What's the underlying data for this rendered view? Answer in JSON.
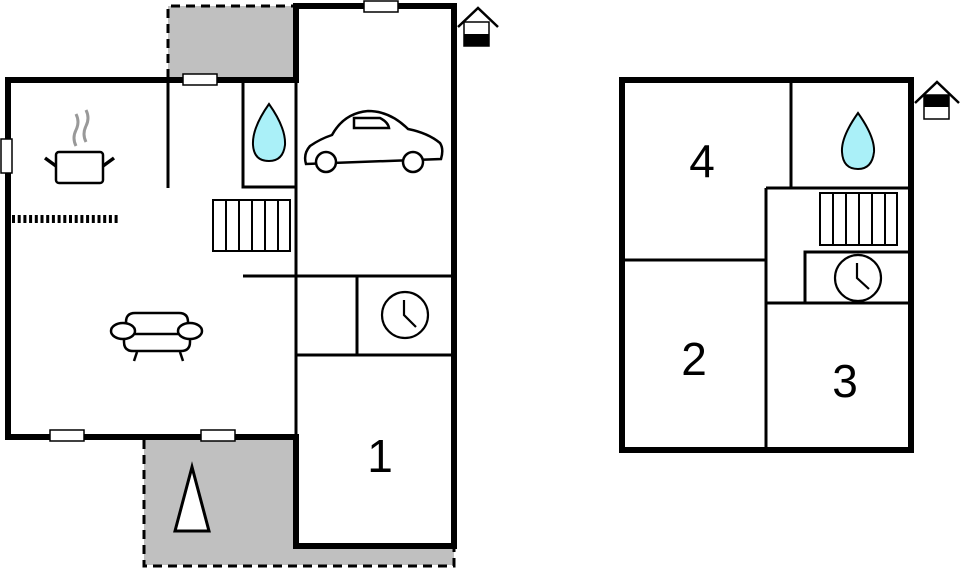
{
  "plans": [
    {
      "id": "ground-floor",
      "floor_indicator": "ground",
      "rooms": [
        {
          "id": "kitchen-living",
          "icons": [
            "cooking-pot",
            "sofa",
            "radiator"
          ]
        },
        {
          "id": "bathroom",
          "icons": [
            "water-drop"
          ]
        },
        {
          "id": "stairs",
          "icons": [
            "staircase"
          ]
        },
        {
          "id": "garage",
          "icons": [
            "car"
          ]
        },
        {
          "id": "utility",
          "icons": [
            "clock"
          ]
        },
        {
          "id": "bedroom-1",
          "label": "1"
        }
      ],
      "outdoor": [
        {
          "id": "terrace-top",
          "fill": "#c0c0c0"
        },
        {
          "id": "terrace-bottom",
          "fill": "#c0c0c0",
          "icons": [
            "parasol"
          ]
        }
      ]
    },
    {
      "id": "upper-floor",
      "floor_indicator": "upper",
      "rooms": [
        {
          "id": "bedroom-4",
          "label": "4"
        },
        {
          "id": "bathroom-upper",
          "icons": [
            "water-drop"
          ]
        },
        {
          "id": "stairs-upper",
          "icons": [
            "staircase"
          ]
        },
        {
          "id": "utility-upper",
          "icons": [
            "clock"
          ]
        },
        {
          "id": "bedroom-2",
          "label": "2"
        },
        {
          "id": "bedroom-3",
          "label": "3"
        }
      ]
    }
  ],
  "colors": {
    "wall": "#000000",
    "water": "#aaf0f8",
    "terrace": "#c0c0c0",
    "background": "#ffffff"
  }
}
